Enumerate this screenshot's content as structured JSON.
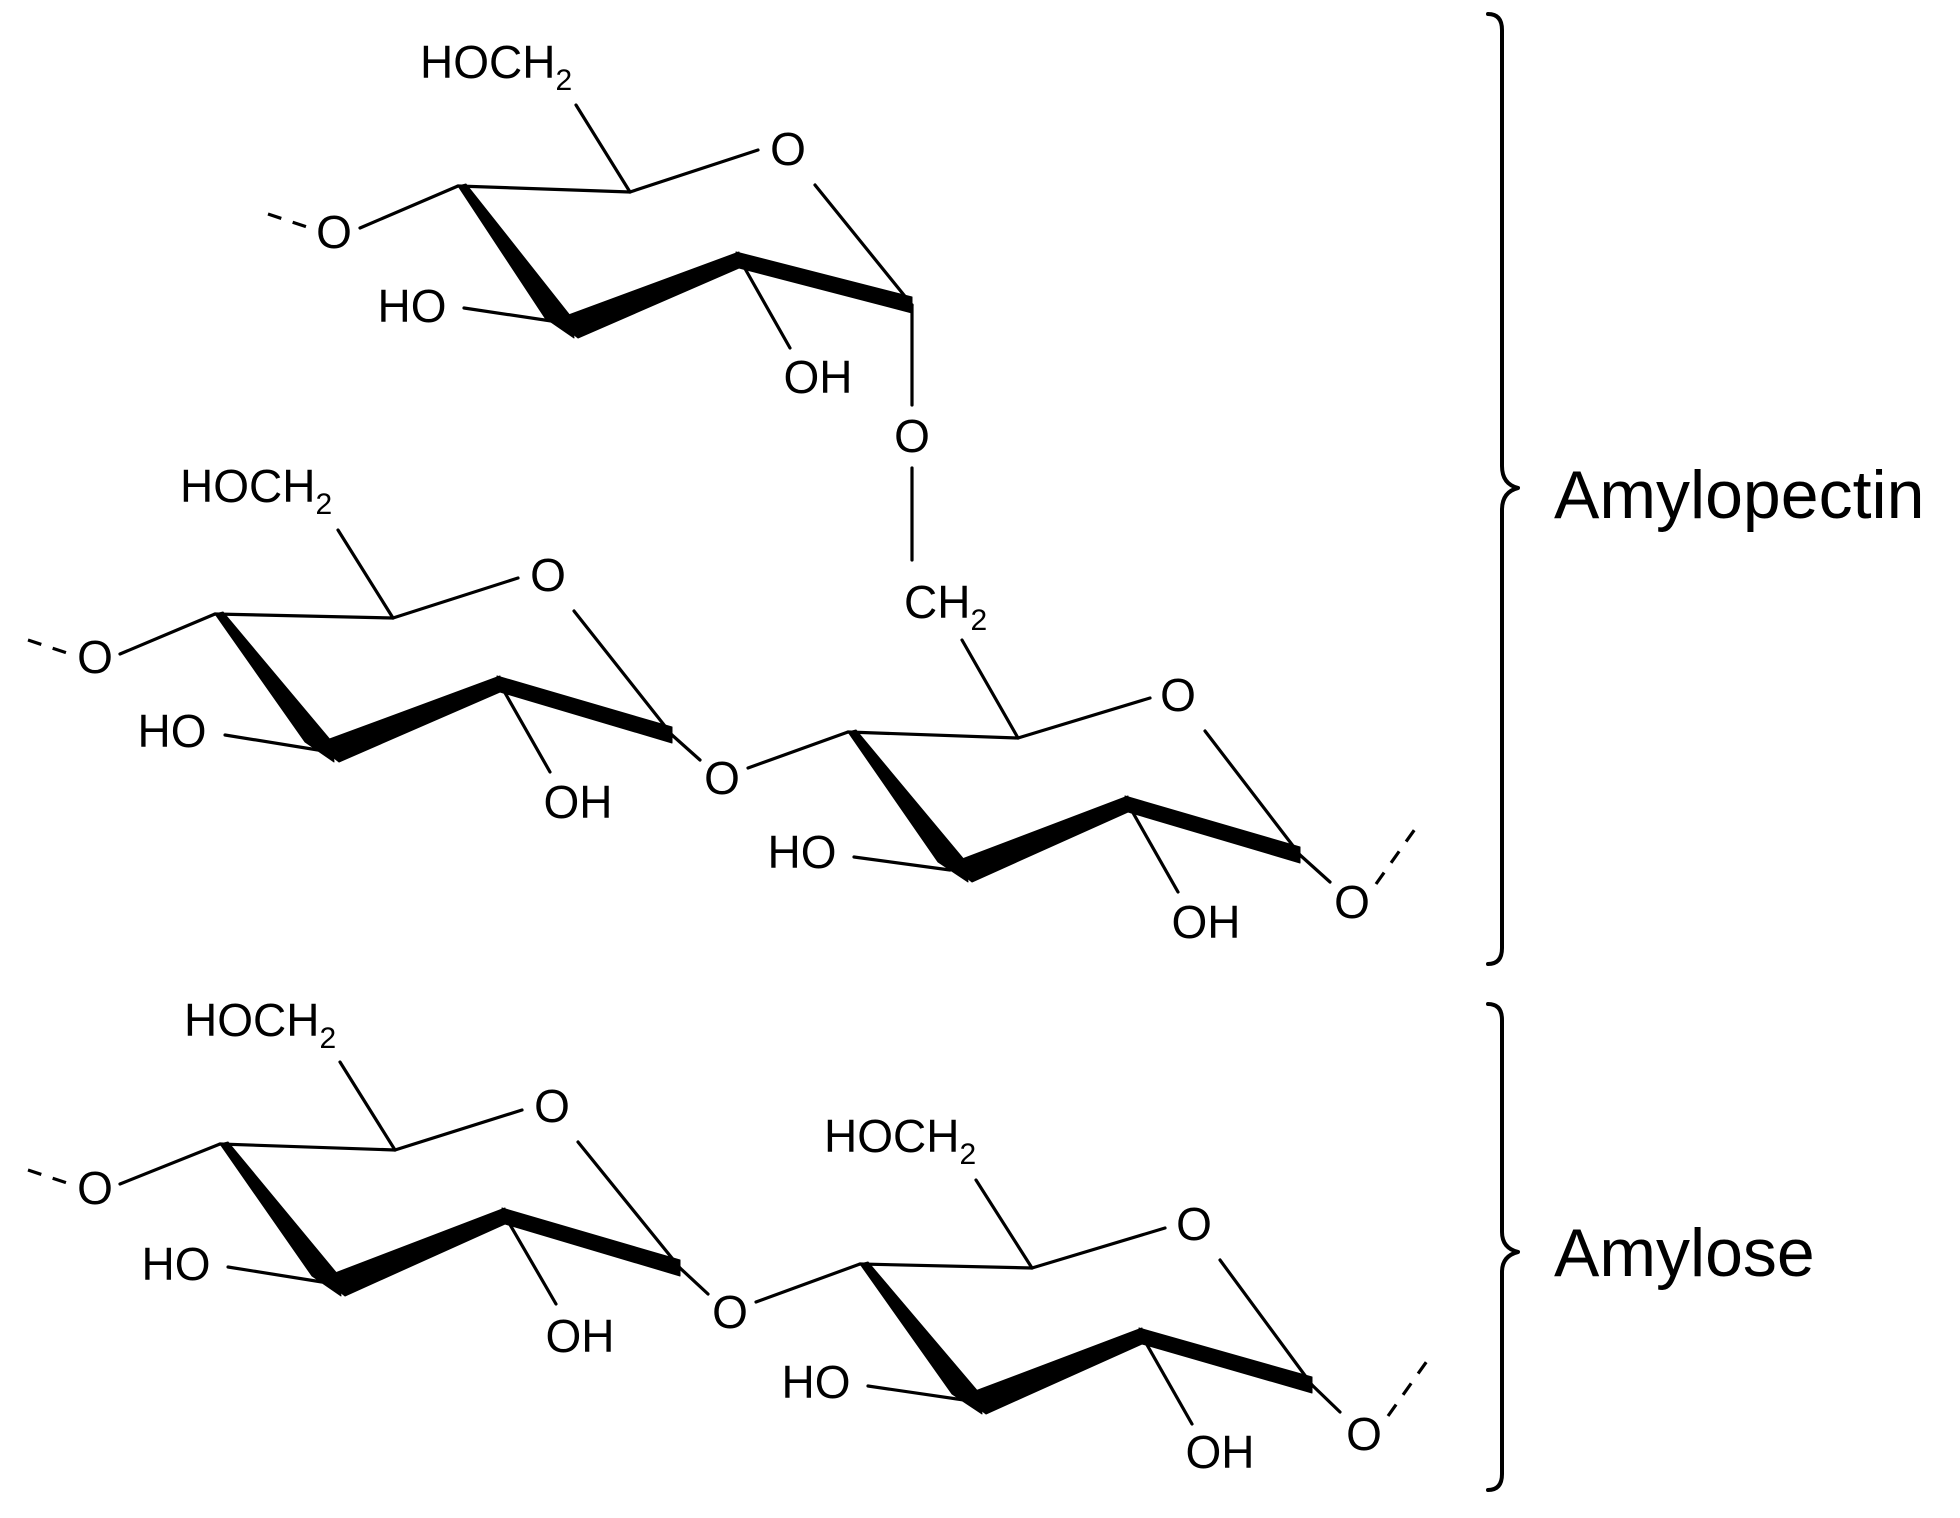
{
  "atoms": {
    "ring_oxygen": "O",
    "linkage_oxygen": "O",
    "hydroxymethyl": "HOCH",
    "methylene": "CH",
    "subscript_two": "2",
    "hydroxyl_left": "HO",
    "hydroxyl_right": "OH"
  },
  "labels": {
    "amylopectin": "Amylopectin",
    "amylose": "Amylose"
  },
  "colors": {
    "background": "#ffffff",
    "ink": "#000000"
  }
}
